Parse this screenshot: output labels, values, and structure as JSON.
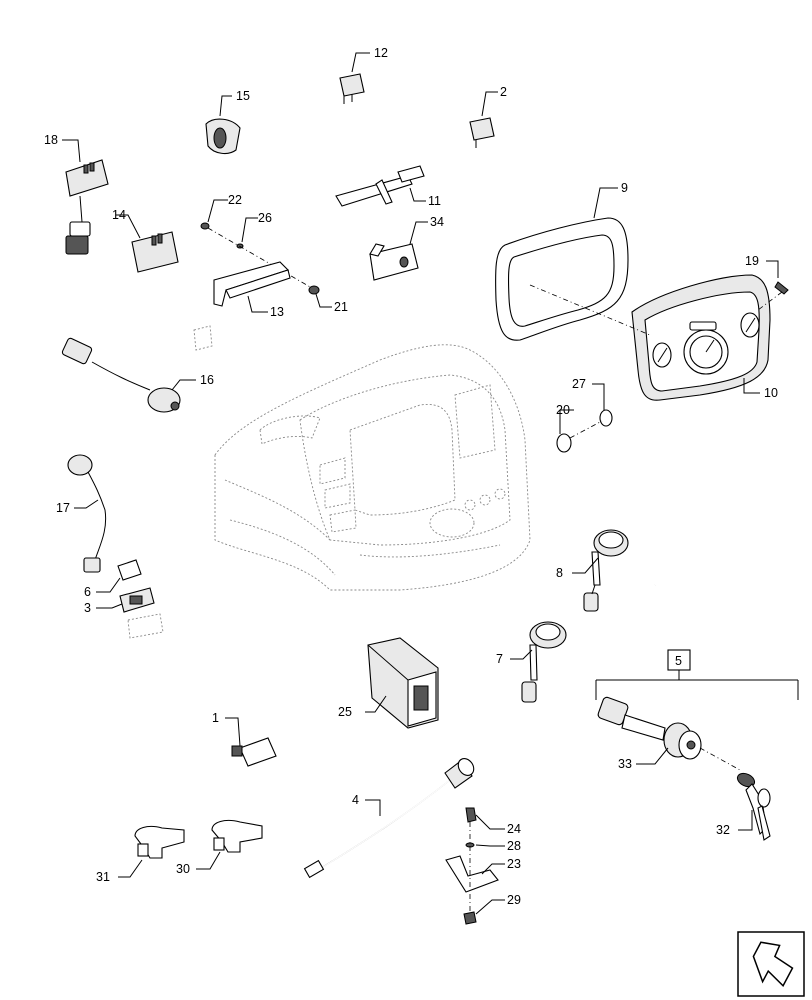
{
  "diagram": {
    "callouts": {
      "c1": "1",
      "c2": "2",
      "c3": "3",
      "c4": "4",
      "c5": "5",
      "c6": "6",
      "c7": "7",
      "c8": "8",
      "c9": "9",
      "c10": "10",
      "c11": "11",
      "c12": "12",
      "c13": "13",
      "c14": "14",
      "c15": "15",
      "c16": "16",
      "c17": "17",
      "c18": "18",
      "c19": "19",
      "c20": "20",
      "c21": "21",
      "c22": "22",
      "c23": "23",
      "c24": "24",
      "c25": "25",
      "c26": "26",
      "c27": "27",
      "c28": "28",
      "c29": "29",
      "c30": "30",
      "c31": "31",
      "c32": "32",
      "c33": "33",
      "c34": "34"
    },
    "nav_icon": "next-page-arrow-icon"
  }
}
